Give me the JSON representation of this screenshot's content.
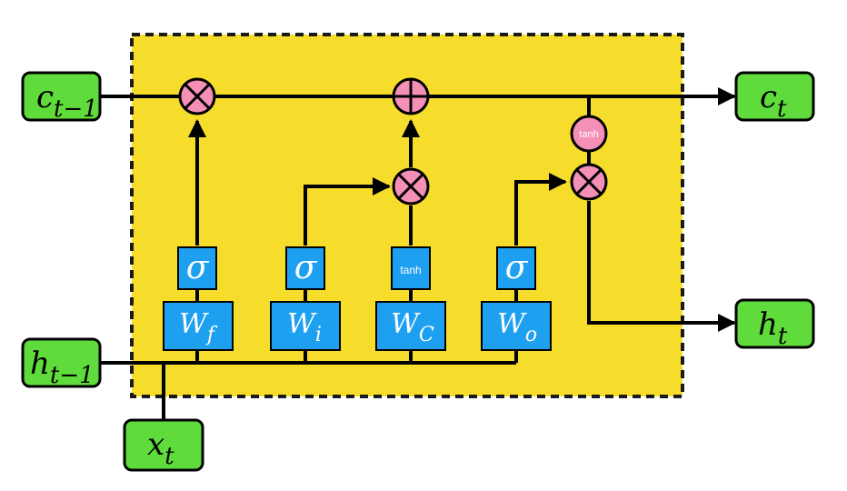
{
  "colors": {
    "cell_fill": "#f7dd2b",
    "cell_border": "#1a1a1a",
    "io_fill": "#5fdc3c",
    "weight_fill": "#1ea0f0",
    "op_fill": "#f48fb6",
    "line": "#000000",
    "white_text": "#ffffff"
  },
  "io": {
    "c_prev": {
      "base": "c",
      "sub": "t−1"
    },
    "c_next": {
      "base": "c",
      "sub": "t"
    },
    "h_prev": {
      "base": "h",
      "sub": "t−1"
    },
    "h_next": {
      "base": "h",
      "sub": "t"
    },
    "x_t": {
      "base": "x",
      "sub": "t"
    }
  },
  "gates": [
    {
      "activation": "σ",
      "weight": {
        "base": "W",
        "sub": "f"
      }
    },
    {
      "activation": "σ",
      "weight": {
        "base": "W",
        "sub": "i"
      }
    },
    {
      "activation": "tanh",
      "weight": {
        "base": "W",
        "sub": "C"
      }
    },
    {
      "activation": "σ",
      "weight": {
        "base": "W",
        "sub": "o"
      }
    }
  ],
  "ops": {
    "forget_multiply": "multiply-icon",
    "cell_add": "add-icon",
    "input_multiply": "multiply-icon",
    "output_multiply": "multiply-icon",
    "cell_tanh": "tanh"
  }
}
